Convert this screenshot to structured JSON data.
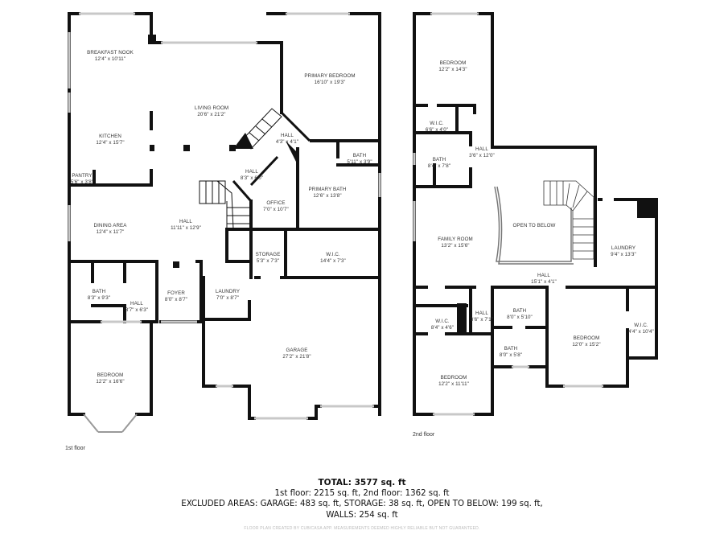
{
  "floors": [
    {
      "label": "1st floor",
      "rooms": [
        {
          "name": "BREAKFAST NOOK",
          "dim": "12'4\" x 10'11\""
        },
        {
          "name": "KITCHEN",
          "dim": "12'4\" x 15'7\""
        },
        {
          "name": "PANTRY",
          "dim": "5'6\" x 3'8\""
        },
        {
          "name": "LIVING ROOM",
          "dim": "20'6\" x 21'2\""
        },
        {
          "name": "PRIMARY BEDROOM",
          "dim": "16'10\" x 19'3\""
        },
        {
          "name": "HALL",
          "dim": "4'3\" x 4'1\""
        },
        {
          "name": "BATH",
          "dim": "5'11\" x 3'9\""
        },
        {
          "name": "HALL",
          "dim": "8'3\" x 6'0\""
        },
        {
          "name": "PRIMARY BATH",
          "dim": "12'6\" x 13'8\""
        },
        {
          "name": "OFFICE",
          "dim": "7'0\" x 10'7\""
        },
        {
          "name": "DINING AREA",
          "dim": "12'4\" x 11'7\""
        },
        {
          "name": "HALL",
          "dim": "11'11\" x 12'9\""
        },
        {
          "name": "STORAGE",
          "dim": "5'3\" x 7'3\""
        },
        {
          "name": "W.I.C.",
          "dim": "14'4\" x 7'3\""
        },
        {
          "name": "BATH",
          "dim": "8'3\" x 9'3\""
        },
        {
          "name": "HALL",
          "dim": "3'7\" x 6'3\""
        },
        {
          "name": "FOYER",
          "dim": "8'0\" x 8'7\""
        },
        {
          "name": "LAUNDRY",
          "dim": "7'0\" x 8'7\""
        },
        {
          "name": "GARAGE",
          "dim": "27'2\" x 21'8\""
        },
        {
          "name": "BEDROOM",
          "dim": "12'2\" x 16'6\""
        }
      ]
    },
    {
      "label": "2nd floor",
      "rooms": [
        {
          "name": "BEDROOM",
          "dim": "12'2\" x 14'3\""
        },
        {
          "name": "W.I.C.",
          "dim": "6'6\" x 4'0\""
        },
        {
          "name": "HALL",
          "dim": "3'6\" x 12'0\""
        },
        {
          "name": "BATH",
          "dim": "8'4\" x 7'8\""
        },
        {
          "name": "OPEN TO BELOW",
          "dim": ""
        },
        {
          "name": "FAMILY ROOM",
          "dim": "13'2\" x 15'6\""
        },
        {
          "name": "LAUNDRY",
          "dim": "9'4\" x 13'3\""
        },
        {
          "name": "HALL",
          "dim": "15'1\" x 4'1\""
        },
        {
          "name": "W.I.C.",
          "dim": "8'4\" x 4'6\""
        },
        {
          "name": "HALL",
          "dim": "3'6\" x 7'1\""
        },
        {
          "name": "BATH",
          "dim": "8'0\" x 5'10\""
        },
        {
          "name": "BATH",
          "dim": "8'0\" x 5'8\""
        },
        {
          "name": "BEDROOM",
          "dim": "12'0\" x 15'2\""
        },
        {
          "name": "W.I.C.",
          "dim": "4'4\" x 10'4\""
        },
        {
          "name": "BEDROOM",
          "dim": "12'2\" x 11'11\""
        }
      ]
    }
  ],
  "summary": {
    "total": "TOTAL: 3577 sq. ft",
    "floors_line": "1st floor: 2215 sq. ft, 2nd floor: 1362 sq. ft",
    "excluded_line": "EXCLUDED AREAS: GARAGE: 483 sq. ft, STORAGE: 38 sq. ft, OPEN TO BELOW: 199 sq. ft,",
    "walls_line": "WALLS: 254 sq. ft"
  },
  "disclaimer": "FLOOR PLAN CREATED BY CUBICASA APP. MEASUREMENTS DEEMED HIGHLY RELIABLE BUT NOT GUARANTEED.",
  "colors": {
    "wall": "#111111",
    "window": "#c8c8c8",
    "text": "#333333",
    "background": "#ffffff"
  }
}
